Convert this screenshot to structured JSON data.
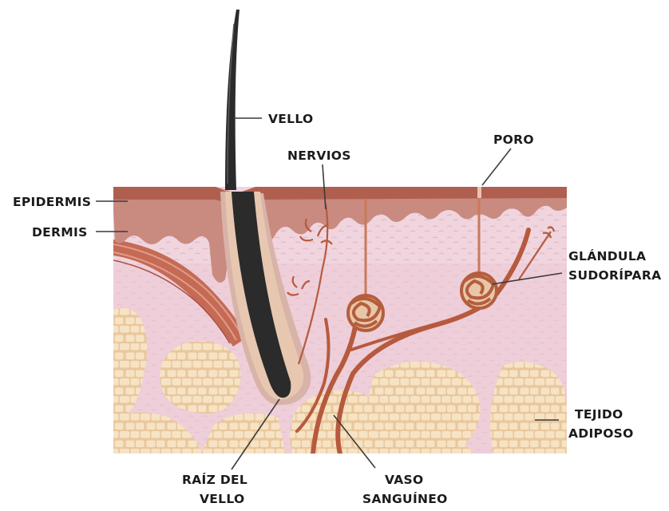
{
  "labels": {
    "vello": "VELLO",
    "nervios": "NERVIOS",
    "poro": "PORO",
    "epidermis": "EPIDERMIS",
    "dermis": "DERMIS",
    "glandula_line1": "GLÁNDULA",
    "glandula_line2": "SUDORÍPARA",
    "tejido_line1": "TEJIDO",
    "tejido_line2": "ADIPOSO",
    "raiz_line1": "RAÍZ DEL",
    "raiz_line2": "VELLO",
    "vaso_line1": "VASO",
    "vaso_line2": "SANGUÍNEO"
  },
  "colors": {
    "epidermis": "#b5695a",
    "epidermis_light": "#c98f7d",
    "dermis": "#f0d3dc",
    "fat_cell": "#f3dcb8",
    "fat_outline": "#d9b98e",
    "vessel": "#b65a3e",
    "hair": "#2b2b2b",
    "muscle": "#c46a55"
  }
}
